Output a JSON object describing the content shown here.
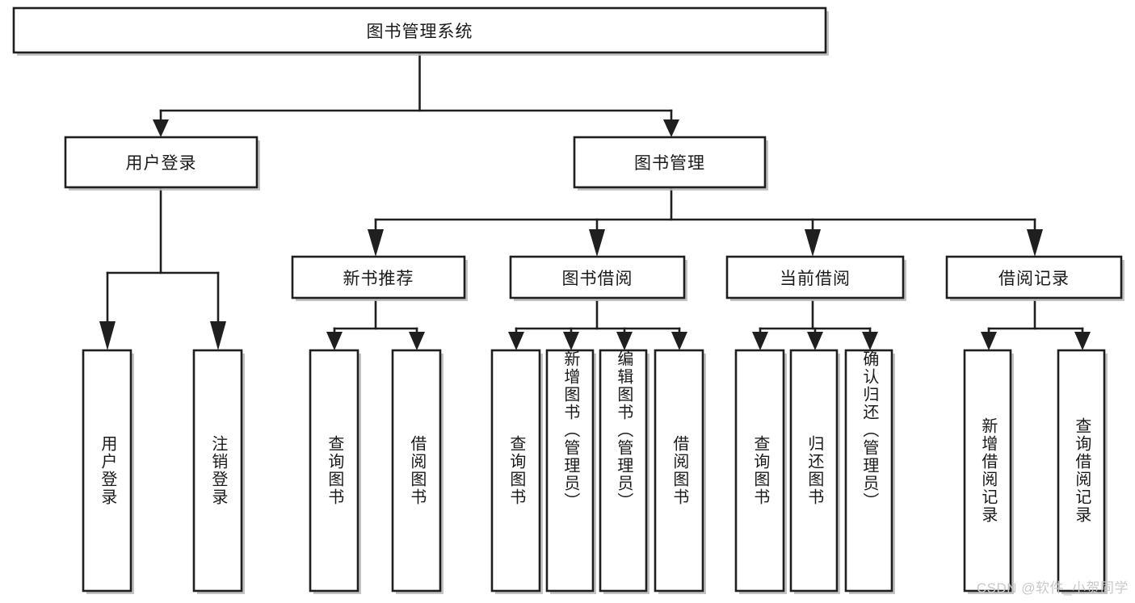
{
  "diagram": {
    "title": "图书管理系统",
    "type": "tree-hierarchy-diagram",
    "colors": {
      "stroke": "#1f1f1f",
      "fill": "#ffffff",
      "text": "#1a1a1a",
      "watermark": "#c9c9c9",
      "shadow": "#b8b8b8"
    },
    "root": {
      "label": "图书管理系统",
      "orientation": "horizontal"
    },
    "level2": [
      {
        "id": "user-login",
        "label": "用户登录",
        "orientation": "horizontal"
      },
      {
        "id": "book-management",
        "label": "图书管理",
        "orientation": "horizontal"
      }
    ],
    "level3": [
      {
        "id": "new-book-recommend",
        "label": "新书推荐",
        "orientation": "horizontal",
        "parent": "book-management"
      },
      {
        "id": "book-borrow",
        "label": "图书借阅",
        "orientation": "horizontal",
        "parent": "book-management"
      },
      {
        "id": "current-borrow",
        "label": "当前借阅",
        "orientation": "horizontal",
        "parent": "book-management"
      },
      {
        "id": "borrow-record",
        "label": "借阅记录",
        "orientation": "horizontal",
        "parent": "book-management"
      }
    ],
    "leaves": [
      {
        "id": "leaf-user-login",
        "label": "用户登录",
        "parent": "user-login",
        "orientation": "vertical"
      },
      {
        "id": "leaf-user-logout",
        "label": "注销登录",
        "parent": "user-login",
        "orientation": "vertical"
      },
      {
        "id": "leaf-query-book-1",
        "label": "查询图书",
        "parent": "new-book-recommend",
        "orientation": "vertical"
      },
      {
        "id": "leaf-borrow-book-1",
        "label": "借阅图书",
        "parent": "new-book-recommend",
        "orientation": "vertical"
      },
      {
        "id": "leaf-query-book-2",
        "label": "查询图书",
        "parent": "book-borrow",
        "orientation": "vertical"
      },
      {
        "id": "leaf-add-book",
        "label": "新增图书（管理员）",
        "parent": "book-borrow",
        "orientation": "vertical"
      },
      {
        "id": "leaf-edit-book",
        "label": "编辑图书（管理员）",
        "parent": "book-borrow",
        "orientation": "vertical"
      },
      {
        "id": "leaf-borrow-book-2",
        "label": "借阅图书",
        "parent": "book-borrow",
        "orientation": "vertical"
      },
      {
        "id": "leaf-query-book-3",
        "label": "查询图书",
        "parent": "current-borrow",
        "orientation": "vertical"
      },
      {
        "id": "leaf-return-book",
        "label": "归还图书",
        "parent": "current-borrow",
        "orientation": "vertical"
      },
      {
        "id": "leaf-confirm-return",
        "label": "确认归还（管理员）",
        "parent": "current-borrow",
        "orientation": "vertical"
      },
      {
        "id": "leaf-add-record",
        "label": "新增借阅记录",
        "parent": "borrow-record",
        "orientation": "vertical"
      },
      {
        "id": "leaf-query-record",
        "label": "查询借阅记录",
        "parent": "borrow-record",
        "orientation": "vertical"
      }
    ]
  },
  "watermark": {
    "text": "CSDN @软件_小贺同学"
  }
}
